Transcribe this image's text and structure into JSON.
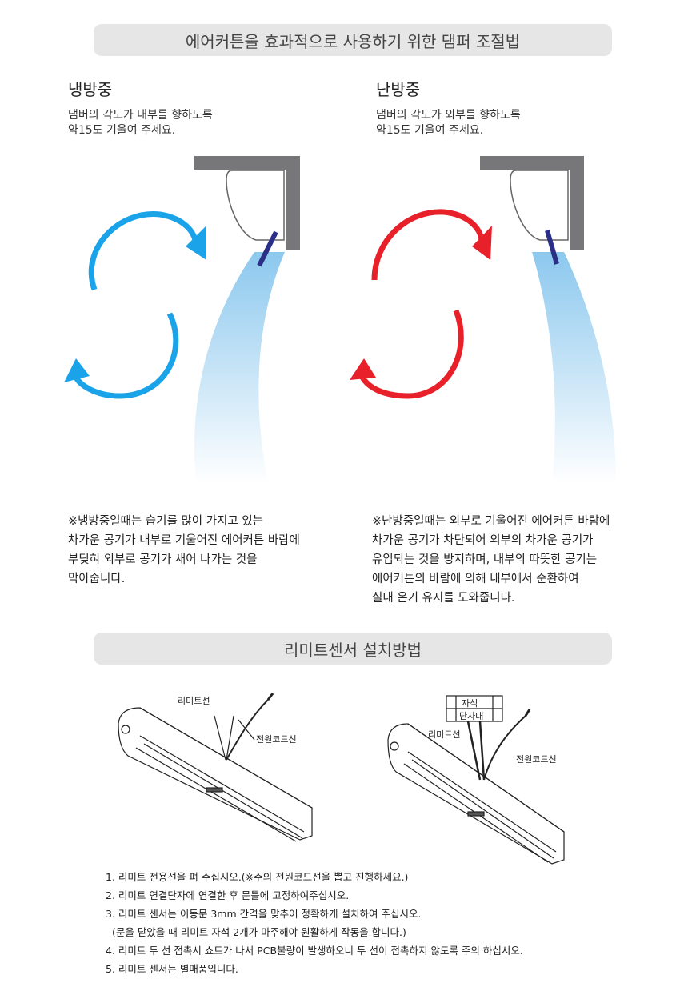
{
  "section1": {
    "title": "에어커튼을 효과적으로 사용하기 위한 댐퍼 조절법",
    "cooling": {
      "heading": "냉방중",
      "desc": [
        "댐버의 각도가 내부를 향하도록",
        "약15도 기울여 주세요."
      ],
      "note": [
        "※냉방중일때는 습기를 많이 가지고 있는",
        "차가운 공기가 내부로 기울어진 에어커튼 바람에",
        "부딪혀 외부로 공기가 새어 나가는 것을",
        "막아줍니다."
      ],
      "arrow_color": "#1aa3e8"
    },
    "heating": {
      "heading": "난방중",
      "desc": [
        "댐버의 각도가 외부를 향하도록",
        "약15도 기울여 주세요."
      ],
      "note": [
        "※난방중일때는 외부로 기울어진 에어커튼 바람에",
        "차가운 공기가 차단되어 외부의 차가운 공기가",
        "유입되는 것을 방지하며, 내부의 따뜻한 공기는",
        "에어커튼의 바람에 의해 내부에서 순환하여",
        "실내 온기 유지를 도와줍니다."
      ],
      "arrow_color": "#e8202a"
    }
  },
  "section2": {
    "title": "리미트센서 설치방법",
    "diagram_left": {
      "limit_wire": "리미트선",
      "power_cord": "전원코드선"
    },
    "diagram_right": {
      "magnet": "자석",
      "terminal": "단자대",
      "limit_wire": "리미트선",
      "power_cord": "전원코드선"
    },
    "steps": [
      "1. 리미트 전용선을 펴 주십시오.(※주의 전원코드선을 뽑고 진행하세요.)",
      "2. 리미트 연결단자에 연결한 후 문틀에 고정하여주십시오.",
      "3. 리미트 센서는 이동문 3mm 간격을 맞추어 정확하게 설치하여 주십시오.",
      "  (문을 닫았을 때 리미트 자석 2개가 마주해야 원활하게 작동을 합니다.)",
      "4. 리미트 두 선 접촉시 쇼트가 나서 PCB불량이 발생하오니 두 선이 접촉하지 않도록 주의 하십시오.",
      "5. 리미트 센서는 별매품입니다."
    ]
  }
}
